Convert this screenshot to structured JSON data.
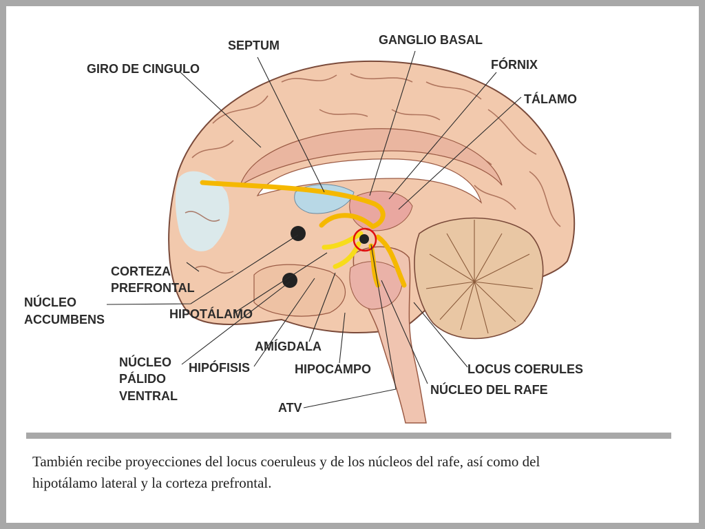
{
  "labels": {
    "septum": "SEPTUM",
    "ganglio_basal": "GANGLIO BASAL",
    "giro_cingulo": "GIRO DE CINGULO",
    "fornix": "FÓRNIX",
    "talamo": "TÁLAMO",
    "corteza_1": "CORTEZA",
    "corteza_2": "PREFRONTAL",
    "accumbens_1": "NÚCLEO",
    "accumbens_2": "ACCUMBENS",
    "hipotalamo": "HIPOTÁLAMO",
    "amigdala": "AMÍGDALA",
    "palido_1": "NÚCLEO",
    "palido_2": "PÁLIDO",
    "palido_3": "VENTRAL",
    "hipofisis": "HIPÓFISIS",
    "hipocampo": "HIPOCAMPO",
    "locus": "LOCUS COERULES",
    "rafe": "NÚCLEO DEL RAFE",
    "atv": "ATV"
  },
  "caption": {
    "line1": "También recibe proyecciones del locus coeruleus y de los núcleos del rafe, así como del",
    "line2": "hipotálamo lateral y la corteza prefrontal."
  },
  "colors": {
    "pathway": "#f5b800",
    "pathway_light": "#f7dc1a",
    "marker": "#222222",
    "target_ring": "#e01010"
  }
}
